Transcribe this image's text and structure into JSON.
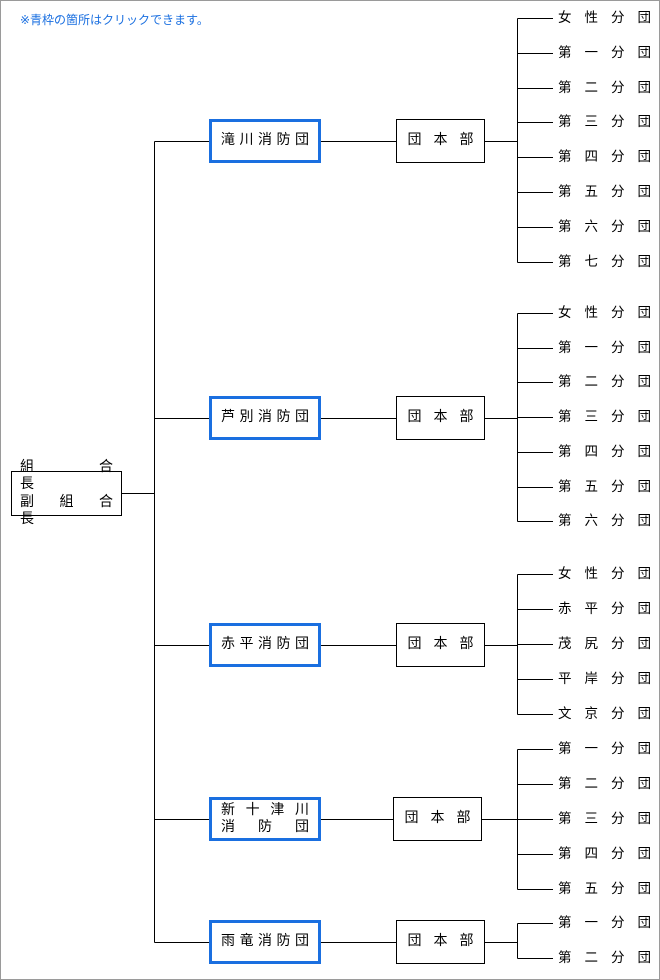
{
  "note": "※青枠の箇所はクリックできます。",
  "head": {
    "line1": "組　　合　　長",
    "line2": "副　組　合　長"
  },
  "colors": {
    "link_border": "#1a6fe0",
    "note_text": "#1a6fe0",
    "line": "#000000"
  },
  "corps": [
    {
      "name": "滝川消防団",
      "hq": "団本部",
      "units": [
        "女性分団",
        "第一分団",
        "第二分団",
        "第三分団",
        "第四分団",
        "第五分団",
        "第六分団",
        "第七分団"
      ]
    },
    {
      "name": "芦別消防団",
      "hq": "団本部",
      "units": [
        "女性分団",
        "第一分団",
        "第二分団",
        "第三分団",
        "第四分団",
        "第五分団",
        "第六分団"
      ]
    },
    {
      "name": "赤平消防団",
      "hq": "団本部",
      "units": [
        "女性分団",
        "赤平分団",
        "茂尻分団",
        "平岸分団",
        "文京分団"
      ]
    },
    {
      "name": "新十津川消防団",
      "name_line1": "新十津川",
      "name_line2": "消防団",
      "hq": "団本部",
      "units": [
        "第一分団",
        "第二分団",
        "第三分団",
        "第四分団",
        "第五分団"
      ]
    },
    {
      "name": "雨竜消防団",
      "hq": "団本部",
      "units": [
        "第一分団",
        "第二分団"
      ]
    }
  ]
}
